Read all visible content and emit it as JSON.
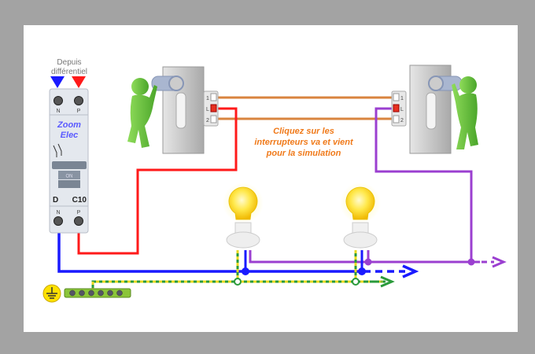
{
  "source_label": {
    "line1": "Depuis",
    "line2": "différentiel"
  },
  "breaker": {
    "brand_line1": "Zoom",
    "brand_line2": "Elec",
    "top_n": "N",
    "top_p": "P",
    "bottom_n": "N",
    "bottom_p": "P",
    "on_label": "ON",
    "curve": "D",
    "rating": "C10"
  },
  "switch_left": {
    "t1": "1",
    "tL": "L",
    "t2": "2"
  },
  "switch_right": {
    "t1": "1",
    "tL": "L",
    "t2": "2"
  },
  "instructions": {
    "line1": "Cliquez sur les",
    "line2": "interrupteurs va et vient",
    "line3": "pour la simulation"
  },
  "colors": {
    "neutral": "#1a1aff",
    "phase": "#ff1a1a",
    "travelers": "#d9843f",
    "return": "#9b3fd0",
    "earth_green": "#2a9a3a",
    "earth_yellow": "#e8d820",
    "instruction_text": "#f07a1a",
    "brand": "#5a5aff"
  }
}
